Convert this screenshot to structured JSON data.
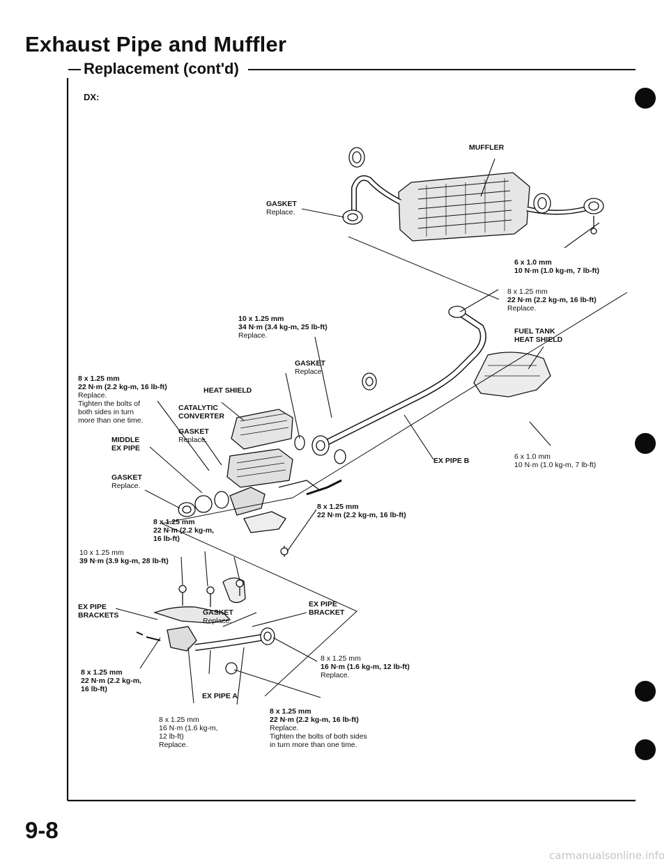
{
  "header": {
    "title": "Exhaust Pipe and Muffler",
    "subtitle": "Replacement (cont'd)",
    "variant": "DX:"
  },
  "labels": {
    "muffler": "MUFFLER",
    "gasket_top": {
      "name": "GASKET",
      "note": "Replace."
    },
    "bolt_muffler_hanger": {
      "size": "6 x 1.0 mm",
      "torque": "10 N·m (1.0 kg-m, 7 lb-ft)"
    },
    "bolt_muffler_joint": {
      "size": "8 x 1.25 mm",
      "torque": "22 N·m (2.2 kg-m, 16 lb-ft)",
      "note": "Replace."
    },
    "fuel_tank_heat_shield": {
      "line1": "FUEL TANK",
      "line2": "HEAT SHIELD"
    },
    "bolt_cat_front": {
      "size": "10 x 1.25 mm",
      "torque": "34 N·m (3.4 kg-m, 25 lb-ft)",
      "note": "Replace."
    },
    "gasket_mid": {
      "name": "GASKET",
      "note": "Replace."
    },
    "bolt_left_main": {
      "size": "8 x 1.25 mm",
      "torque": "22 N·m (2.2 kg-m, 16 lb-ft)",
      "note": "Replace.",
      "instr1": "Tighten the bolts of",
      "instr2": "both sides in turn",
      "instr3": "more than one time."
    },
    "heat_shield": "HEAT SHIELD",
    "catalytic_converter": {
      "line1": "CATALYTIC",
      "line2": "CONVERTER"
    },
    "gasket_cat": {
      "name": "GASKET",
      "note": "Replace."
    },
    "middle_ex_pipe": {
      "line1": "MIDDLE",
      "line2": "EX PIPE"
    },
    "gasket_left": {
      "name": "GASKET",
      "note": "Replace."
    },
    "ex_pipe_b": "EX PIPE B",
    "bolt_heat_shield": {
      "size": "6 x 1.0 mm",
      "torque": "10 N·m (1.0 kg-m, 7 lb-ft)"
    },
    "bolt_center": {
      "size": "8 x 1.25 mm",
      "torque": "22 N·m (2.2 kg-m, 16 lb-ft)"
    },
    "bolt_bracket_upper": {
      "size": "8 x 1.25 mm",
      "torque1": "22 N·m (2.2 kg-m,",
      "torque2": "16 lb-ft)"
    },
    "bolt_bracket_large": {
      "size": "10 x 1.25 mm",
      "torque": "39 N·m (3.9 kg-m, 28 lb-ft)"
    },
    "ex_pipe_bracket": {
      "line1": "EX PIPE",
      "line2": "BRACKET"
    },
    "ex_pipe_brackets": {
      "line1": "EX PIPE",
      "line2": "BRACKETS"
    },
    "gasket_lower": {
      "name": "GASKET",
      "note": "Replace."
    },
    "bolt_flange_right": {
      "size": "8 x 1.25 mm",
      "torque": "16 N·m (1.6 kg-m, 12 lb-ft)",
      "note": "Replace."
    },
    "bolt_lower_left": {
      "size": "8 x 1.25 mm",
      "torque1": "22 N·m (2.2 kg-m,",
      "torque2": "16 lb-ft)"
    },
    "ex_pipe_a": "EX PIPE A",
    "bolt_bottom_mid": {
      "size": "8 x 1.25 mm",
      "torque1": "16 N·m (1.6 kg-m,",
      "torque2": "12 lb-ft)",
      "note": "Replace."
    },
    "bolt_bottom_right": {
      "size": "8 x 1.25 mm",
      "torque": "22 N·m (2.2 kg-m, 16 lb-ft)",
      "note": "Replace.",
      "instr1": "Tighten the bolts of both sides",
      "instr2": "in turn more than one time."
    }
  },
  "footer": {
    "page_number": "9-8",
    "watermark": "carmanualsonline.info"
  }
}
